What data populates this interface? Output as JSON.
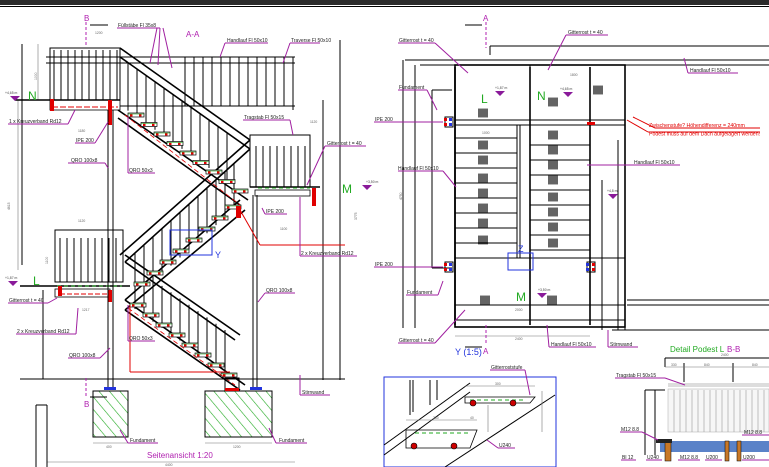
{
  "drawing": {
    "title_side_view": "Seitenansicht 1:20",
    "title_section": "A-A",
    "title_detail_y": "Y (1:5)",
    "title_detail_podest": "Detail Podest L",
    "title_detail_podest_section": "B-B",
    "section_marks": {
      "a": "A",
      "b": "B"
    },
    "detail_marks": {
      "y": "Y",
      "z": "Z"
    },
    "levels": {
      "n": {
        "letter": "N",
        "elevation": "+4,65 m"
      },
      "m": {
        "letter": "M",
        "elevation": "+3,50 m"
      },
      "l": {
        "letter": "L",
        "elevation": "+1,87 m"
      },
      "n_plan": {
        "elevation": "+4,65 m"
      },
      "l_plan": {
        "elevation": "+1,87 m"
      },
      "m_plan": {
        "elevation": "+3,50 m"
      },
      "roof_plan": {
        "elevation": "+4,8 m"
      }
    },
    "side_view_labels": [
      "Füllstäbe Fl 35x8",
      "Handlauf Fl 50x10",
      "Traverse Fl 50x10",
      "1 x Kreuzverband Rd12",
      "IPE 200",
      "QRO 100x8",
      "QRO 50x3",
      "Tragstab Fl 50x15",
      "Gitterrost t = 40",
      "IPE 200",
      "2 x Kreuzverband Rd12",
      "Gitterrost t = 40",
      "2 x Kreuzverband Rd12",
      "QRO 100x8",
      "QRO 50x3",
      "QRO 100x8",
      "Stirnwand",
      "Fundament",
      "Fundament"
    ],
    "plan_view_labels": [
      "Gitterrost t = 40",
      "Gitterrost t = 40",
      "Fundament",
      "IPE 200",
      "Handlauf Fl 50x10",
      "Handlauf Fl 50x10",
      "Handlauf Fl 50x10",
      "IPE 200",
      "Fundament",
      "Gitterrost t = 40",
      "Handlauf Fl 50x10",
      "Stirnwand"
    ],
    "notes_red": [
      "Zwischenstufe? Höhendifferenz = 240mm",
      "Podest muss auf dem Dach aufgelagert werden!"
    ],
    "detail_y_labels": [
      "Gitterroststufe",
      "U240"
    ],
    "detail_podest_labels": [
      "Tragstab Fl 50x15",
      "M12 8.8",
      "M12 8.8",
      "M12 8.8",
      "Bl 12",
      "U240",
      "U200",
      "U200"
    ],
    "dimensions": {
      "side_total_width": "4400",
      "side_landing_n": "1200",
      "side_landing_l": "1120",
      "side_landing_m": "1120",
      "side_beam_n": "1180",
      "side_beam_m": "1100",
      "side_beam_l": "1217",
      "side_total_height": "4615",
      "side_height_right": "3775",
      "side_rail_n": "1000",
      "side_rail_l": "1100",
      "found_left": "400",
      "found_right": "1200",
      "plan_width": "2400",
      "plan_landing": "2000",
      "plan_tread": "1000",
      "plan_n": "1800",
      "plan_height": "4750",
      "detail_tread_upper": "300",
      "detail_tread_lower": "280",
      "detail_gap": "40",
      "podest_total": "2400",
      "podest_seg1": "330",
      "podest_seg2": "840",
      "podest_seg3": "840"
    }
  }
}
